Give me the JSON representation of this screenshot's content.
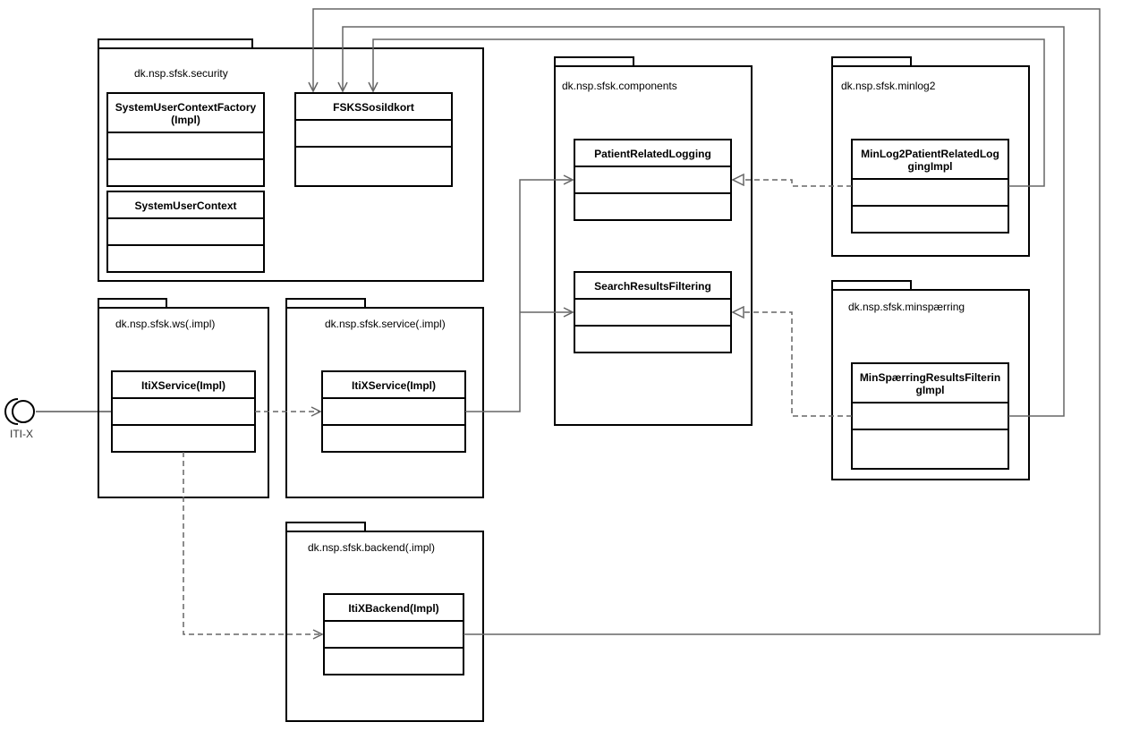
{
  "diagram": {
    "interface_label": "ITI-X",
    "packages": {
      "security": "dk.nsp.sfsk.security",
      "components": "dk.nsp.sfsk.components",
      "minlog2": "dk.nsp.sfsk.minlog2",
      "ws": "dk.nsp.sfsk.ws(.impl)",
      "service": "dk.nsp.sfsk.service(.impl)",
      "minsperring": "dk.nsp.sfsk.minspærring",
      "backend": "dk.nsp.sfsk.backend(.impl)"
    },
    "classes": {
      "system_user_context_factory": [
        "SystemUserContextFactory",
        "(Impl)"
      ],
      "system_user_context": [
        "SystemUserContext"
      ],
      "fsks_sosi_idkort": [
        "FSKSSosiIdkort"
      ],
      "patient_related_logging": [
        "PatientRelatedLogging"
      ],
      "search_results_filtering": [
        "SearchResultsFiltering"
      ],
      "minlog2_impl": [
        "MinLog2PatientRelatedLog",
        "gingImpl"
      ],
      "ws_itix_service": [
        "ItiXService(Impl)"
      ],
      "service_itix_service": [
        "ItiXService(Impl)"
      ],
      "minsperring_impl": [
        "MinSpærringResultsFilterin",
        "gImpl"
      ],
      "itix_backend": [
        "ItiXBackend(Impl)"
      ]
    }
  }
}
